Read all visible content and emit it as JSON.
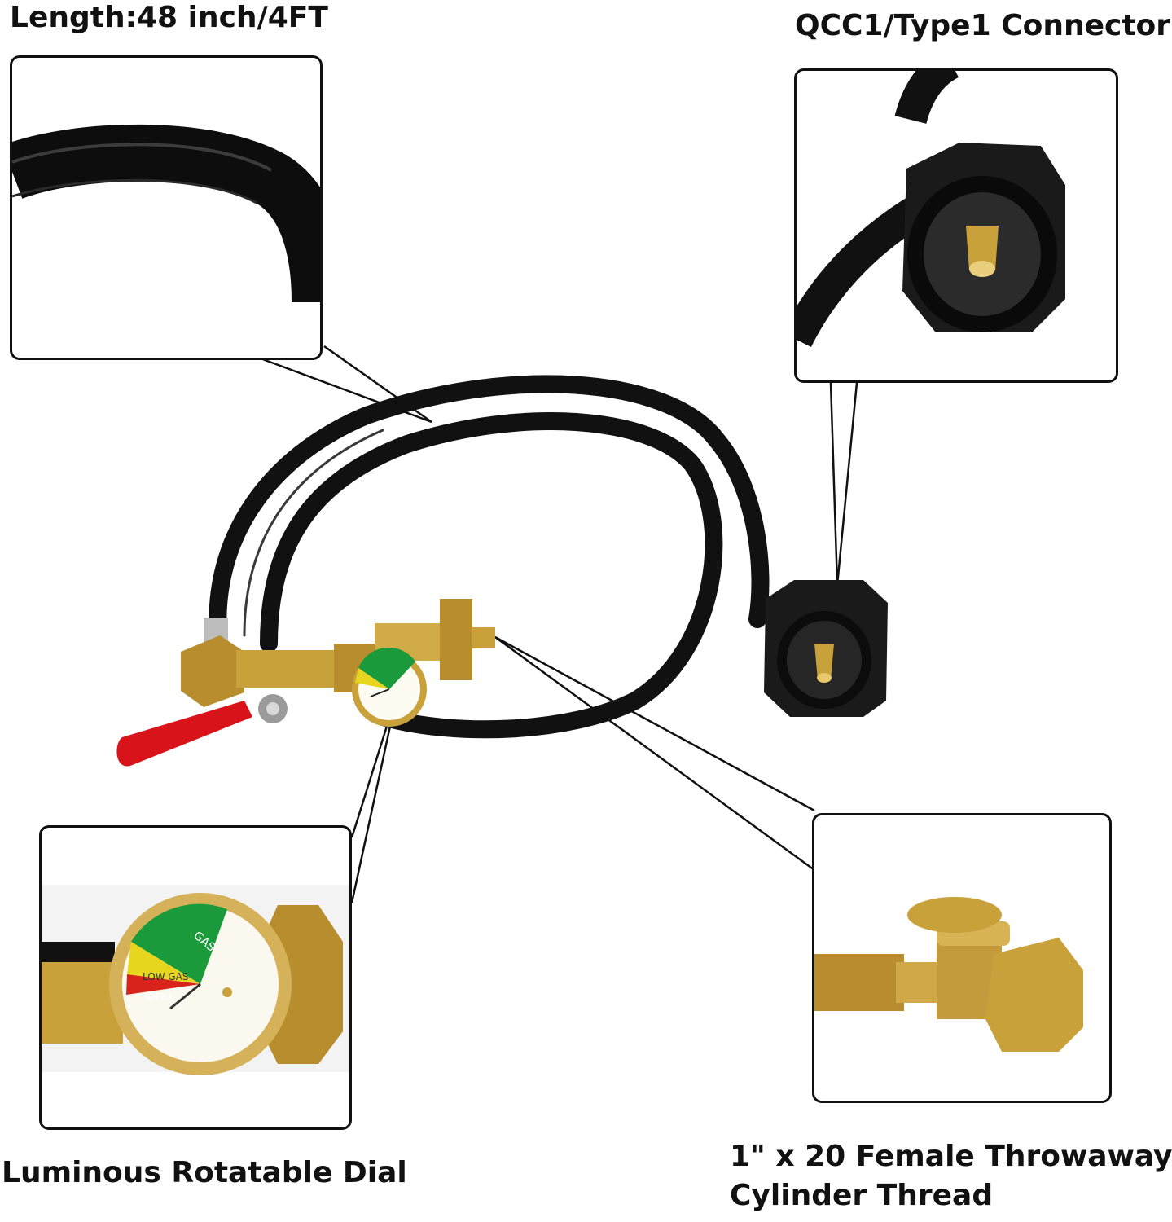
{
  "labels": {
    "length": "Length:48 inch/4FT",
    "connector": "QCC1/Type1 Connector",
    "dial": "Luminous Rotatable Dial",
    "thread_line1": "1\" x 20 Female Throwaway",
    "thread_line2": "Cylinder Thread"
  },
  "gauge": {
    "gas": "GAS",
    "low_gas": "LOW GAS",
    "refill": "REFILL"
  },
  "colors": {
    "hose": "#111111",
    "brass": "#c9a13b",
    "handle": "#d8141a",
    "gauge_green": "#1a9a3a",
    "gauge_yellow": "#e8d51e",
    "gauge_red": "#d8231b"
  }
}
